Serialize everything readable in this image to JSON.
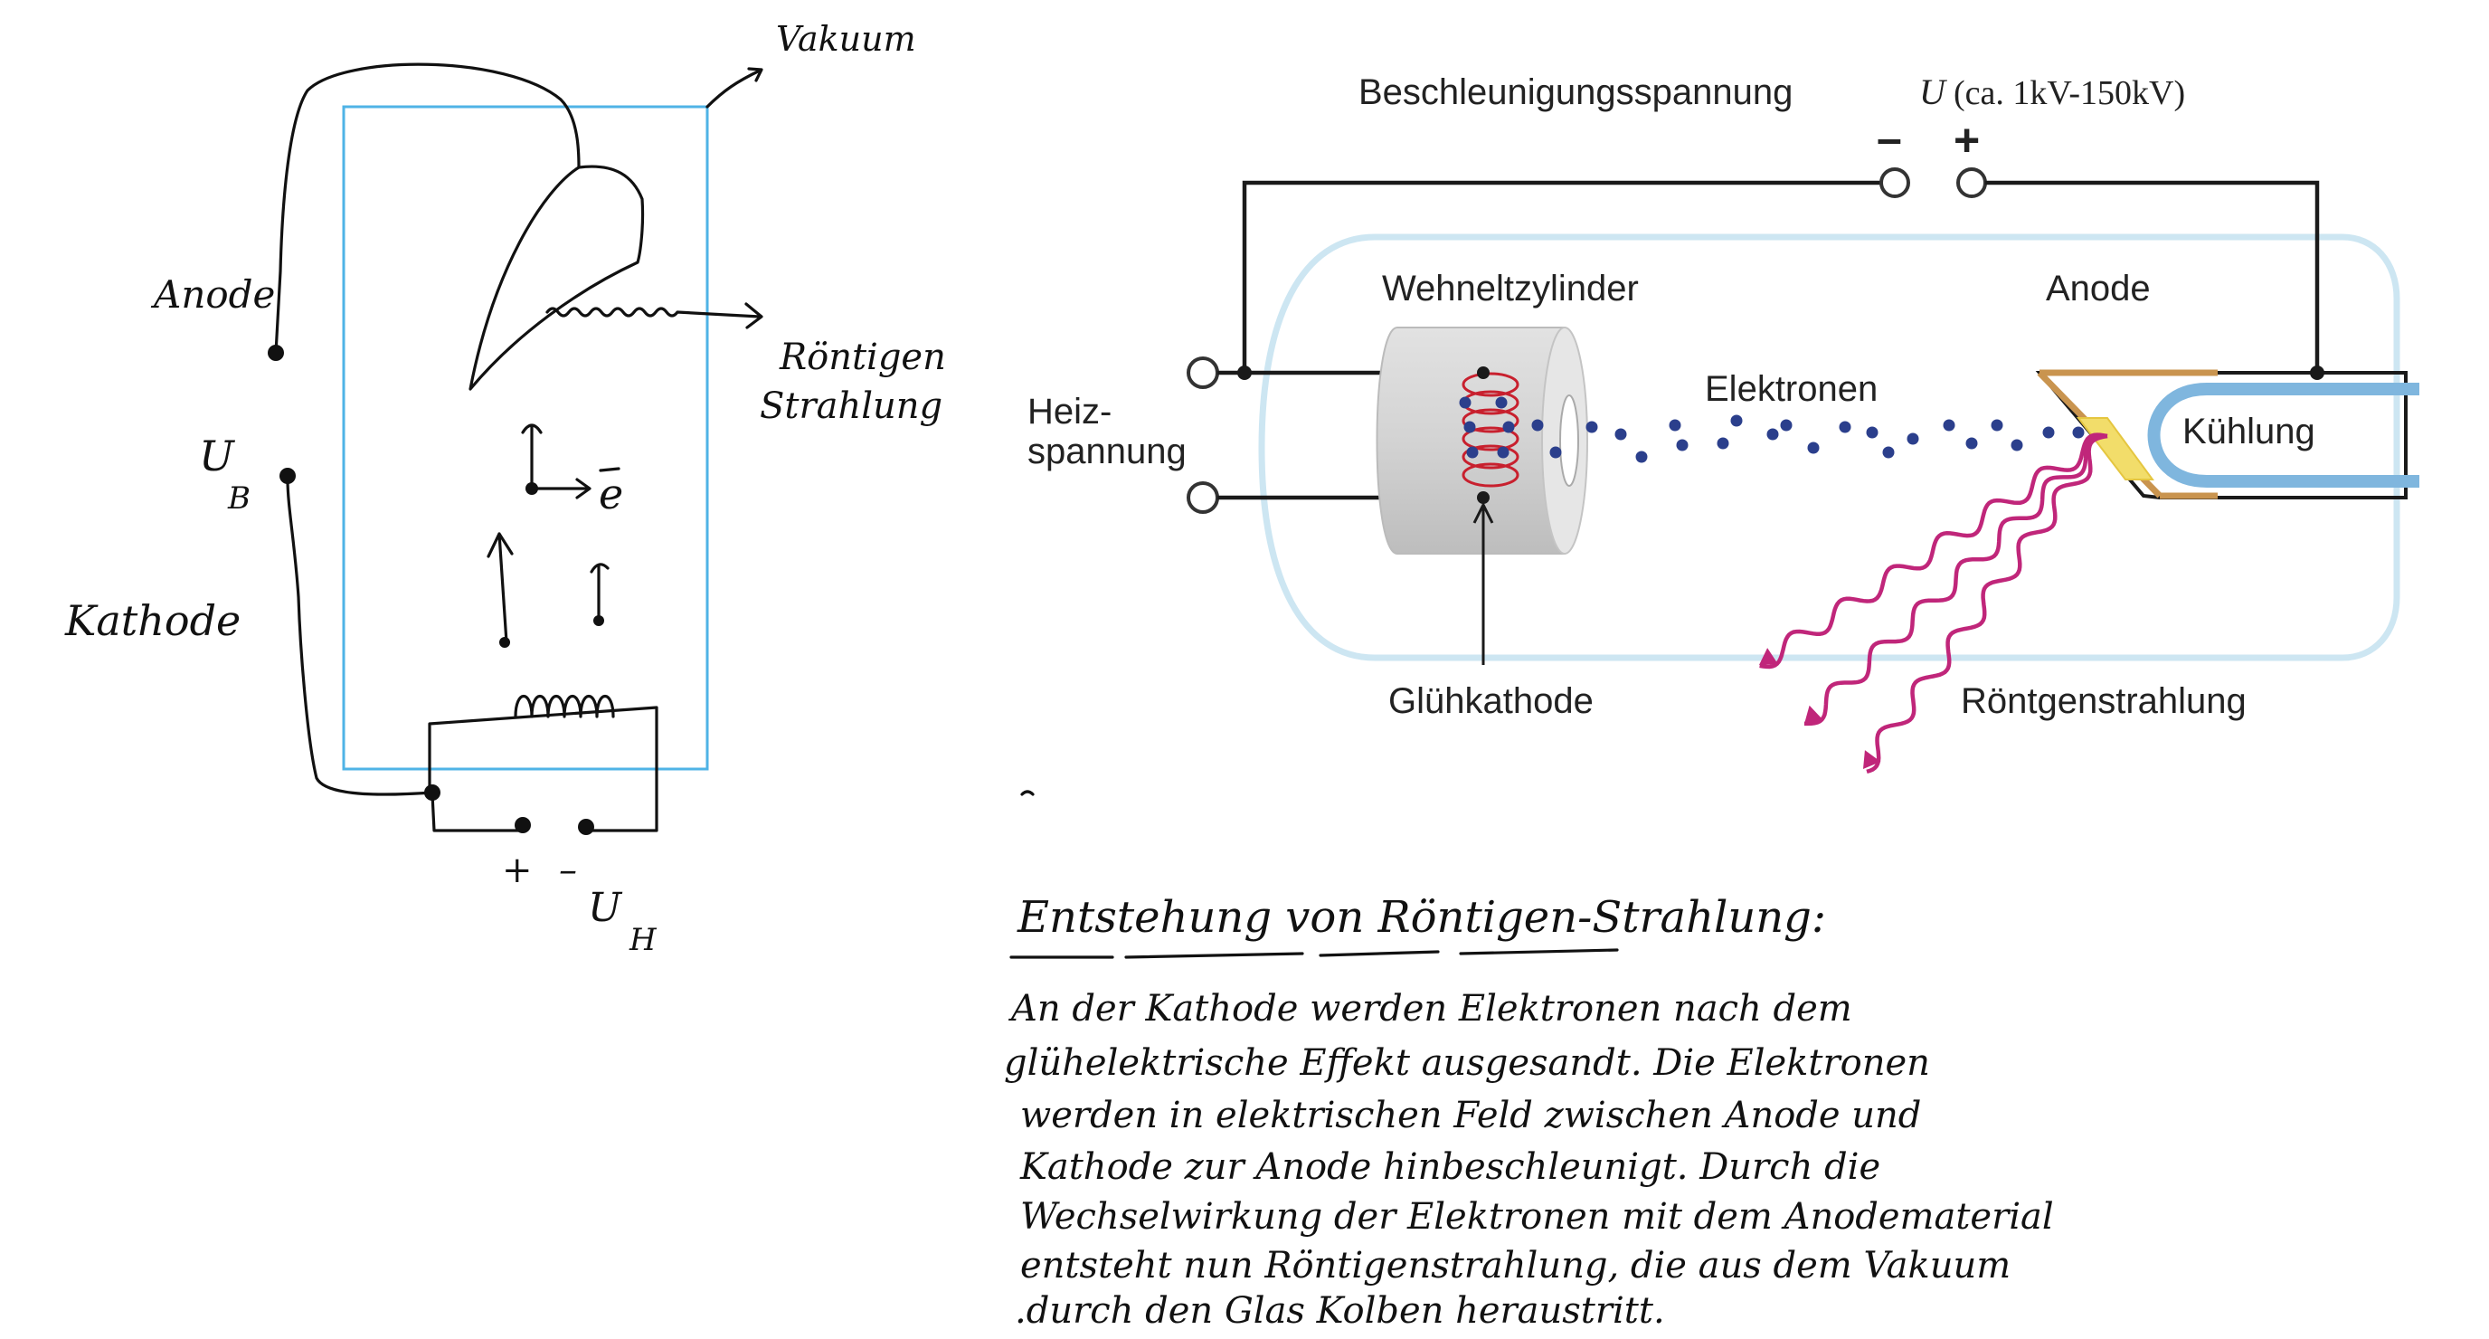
{
  "sketch": {
    "vacuum_label": "Vakuum",
    "anode_label": "Anode",
    "ub_main": "U",
    "ub_sub": "B",
    "cathode_label": "Kathode",
    "xray_label_line1": "Röntigen",
    "xray_label_line2": "Strahlung",
    "electron_label": "e",
    "uh_plus": "+",
    "uh_minus": "–",
    "uh_main": "U",
    "uh_sub": "H"
  },
  "diagram": {
    "voltage_label": "Beschleunigungsspannung",
    "voltage_symbol": "U",
    "voltage_range": "(ca. 1kV-150kV)",
    "minus_sign": "–",
    "plus_sign": "+",
    "wehnelt_label": "Wehneltzylinder",
    "anode_label": "Anode",
    "heating_label_line1": "Heiz-",
    "heating_label_line2": "spannung",
    "electrons_label": "Elektronen",
    "cooling_label": "Kühlung",
    "cathode_label": "Glühkathode",
    "xray_label": "Röntgenstrahlung"
  },
  "notes": {
    "heading": "Entstehung von Röntigen-Strahlung:",
    "lines": [
      "An der Kathode werden Elektronen nach dem",
      "glühelektrische Effekt ausgesandt. Die Elektronen",
      "werden in elektrischen Feld zwischen Anode und",
      "Kathode zur Anode hinbeschleunigt. Durch die",
      "Wechselwirkung der Elektronen mit dem Anodematerial",
      "entsteht nun Röntigenstrahlung, die aus dem Vakuum",
      ".durch den Glas Kolben heraustritt."
    ]
  },
  "colors": {
    "vacuum_box": "#4fb3e6",
    "tube_outline": "#cde6f2",
    "electron_dot": "#2b3f8c",
    "filament": "#c8202e",
    "xray_wave": "#c0267a",
    "cooling_pipe": "#7fb6de",
    "anode_copper": "#c9944f",
    "anode_target": "#f2dd6a"
  }
}
